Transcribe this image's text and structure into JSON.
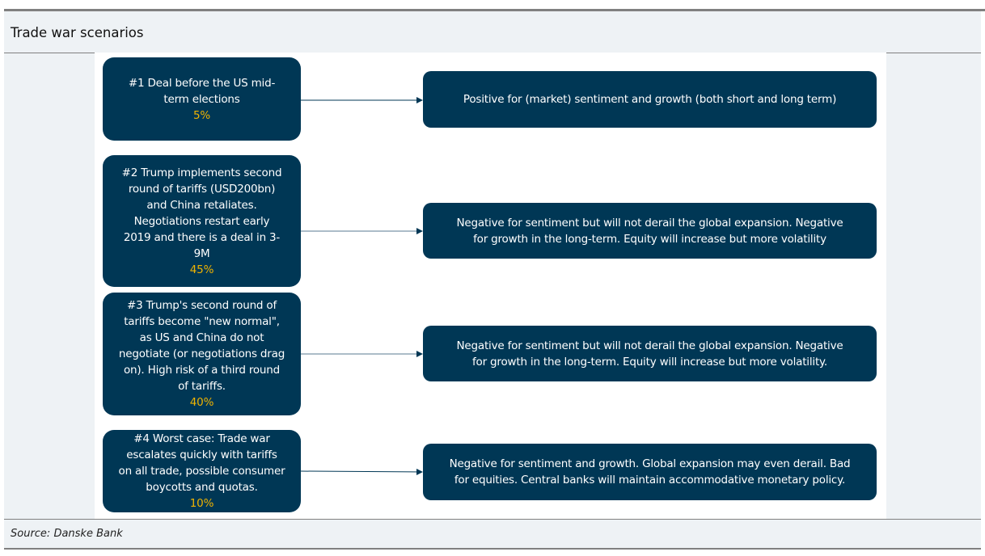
{
  "title": "Trade war scenarios",
  "source": "Source: Danske Bank",
  "colors": {
    "box": "#003755",
    "percent": "#f0b400",
    "background": "#eef2f5"
  },
  "scenarios": [
    {
      "lines": [
        "#1 Deal before the US mid-",
        "term elections"
      ],
      "percent": "5%",
      "outcome": [
        "Positive for (market) sentiment and growth (both short and long term)"
      ]
    },
    {
      "lines": [
        "#2 Trump implements second",
        "round of tariffs (USD200bn)",
        "and China retaliates.",
        "Negotiations restart early",
        "2019 and there is a deal in 3-",
        "9M"
      ],
      "percent": "45%",
      "outcome": [
        "Negative for sentiment but will not derail the global expansion. Negative",
        "for growth in the long-term. Equity will increase but more volatility"
      ]
    },
    {
      "lines": [
        "#3 Trump's second round of",
        "tariffs become \"new normal\",",
        "as US and China do not",
        "negotiate (or negotiations drag",
        "on). High risk of a third round",
        "of tariffs."
      ],
      "percent": "40%",
      "outcome": [
        "Negative for sentiment but will not derail the global expansion. Negative",
        "for growth in the long-term. Equity will increase but more volatility."
      ]
    },
    {
      "lines": [
        "#4 Worst case: Trade war",
        "escalates quickly with tariffs",
        "on all trade, possible consumer",
        "boycotts and quotas."
      ],
      "percent": "10%",
      "outcome": [
        "Negative for sentiment and growth. Global expansion may even derail. Bad",
        "for equities. Central banks will maintain accommodative monetary policy."
      ]
    }
  ]
}
